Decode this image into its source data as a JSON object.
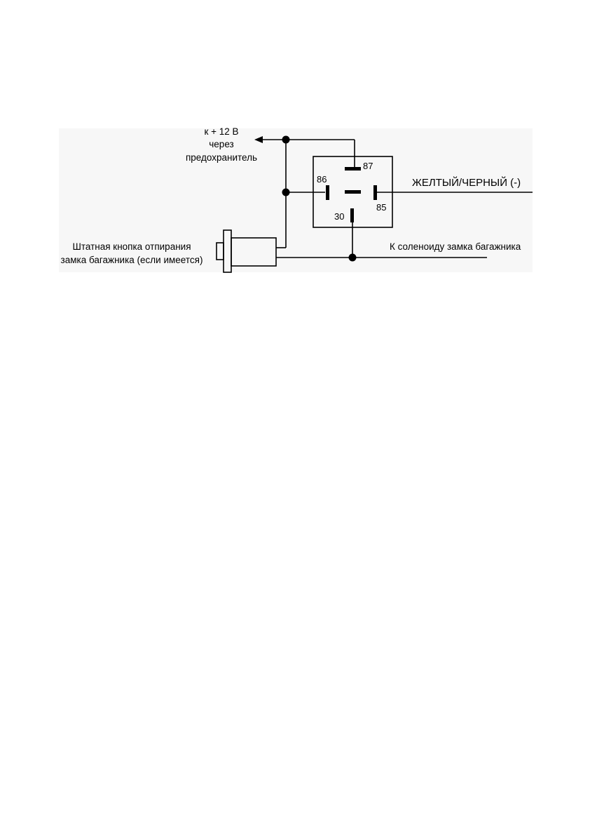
{
  "supply": {
    "line1": "к + 12 В",
    "line2": "через",
    "line3": "предохранитель"
  },
  "relay": {
    "pin_87": "87",
    "pin_86": "86",
    "pin_85": "85",
    "pin_30": "30"
  },
  "wire_yellow_black": "ЖЕЛТЫЙ/ЧЕРНЫЙ (-)",
  "to_solenoid": "К соленоиду замка багажника",
  "button": {
    "line1": "Штатная кнопка отпирания",
    "line2": "замка багажника (если имеется)"
  },
  "colors": {
    "panel_background": "#f7f7f7",
    "ink": "#000000"
  }
}
